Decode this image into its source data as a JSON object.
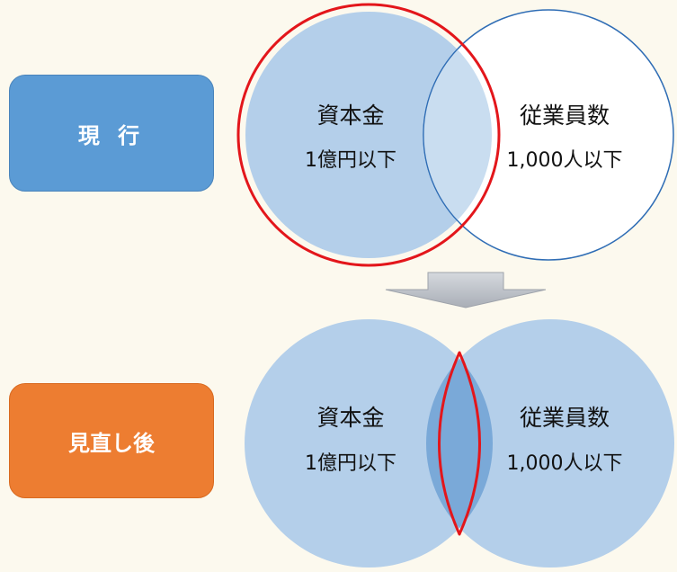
{
  "current": {
    "label": "現 行",
    "circle_left": {
      "line1": "資本金",
      "line2": "1億円以下"
    },
    "circle_right": {
      "line1": "従業員数",
      "line2": "1,000人以下"
    }
  },
  "after": {
    "label": "見直し後",
    "circle_left": {
      "line1": "資本金",
      "line2": "1億円以下"
    },
    "circle_right": {
      "line1": "従業員数",
      "line2": "1,000人以下"
    }
  },
  "colors": {
    "circle_fill": "#b4cfea",
    "overlap_fill_current": "#c9ddf0",
    "overlap_fill_after": "#7aa9d8",
    "highlight_outline": "#e3161b",
    "blue_outline": "#2f6db5",
    "current_box": "#5b9bd5",
    "after_box": "#ed7d31",
    "arrow": "#b7bcc4"
  }
}
